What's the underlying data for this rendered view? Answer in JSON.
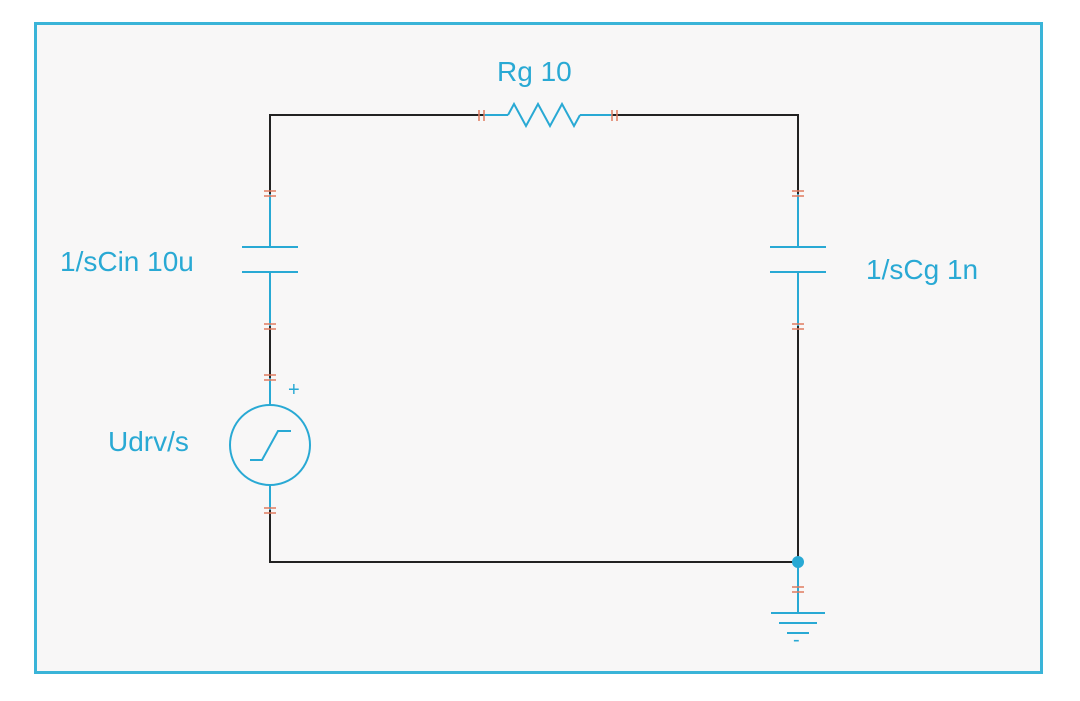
{
  "components": {
    "resistor": {
      "name": "Rg",
      "value": "10"
    },
    "cap_in": {
      "name": "1/sCin",
      "value": "10u"
    },
    "cap_g": {
      "name": "1/sCg",
      "value": "1n"
    },
    "source": {
      "name": "Udrv/s",
      "plus": "+",
      "icon": "step-source-icon"
    }
  },
  "ground": {
    "minus": "-",
    "icon": "ground-icon"
  },
  "colors": {
    "frame": "#3ab4d8",
    "background": "#f8f7f7",
    "component": "#29a9d4",
    "wire": "#222222",
    "pin": "#e07a5f"
  }
}
